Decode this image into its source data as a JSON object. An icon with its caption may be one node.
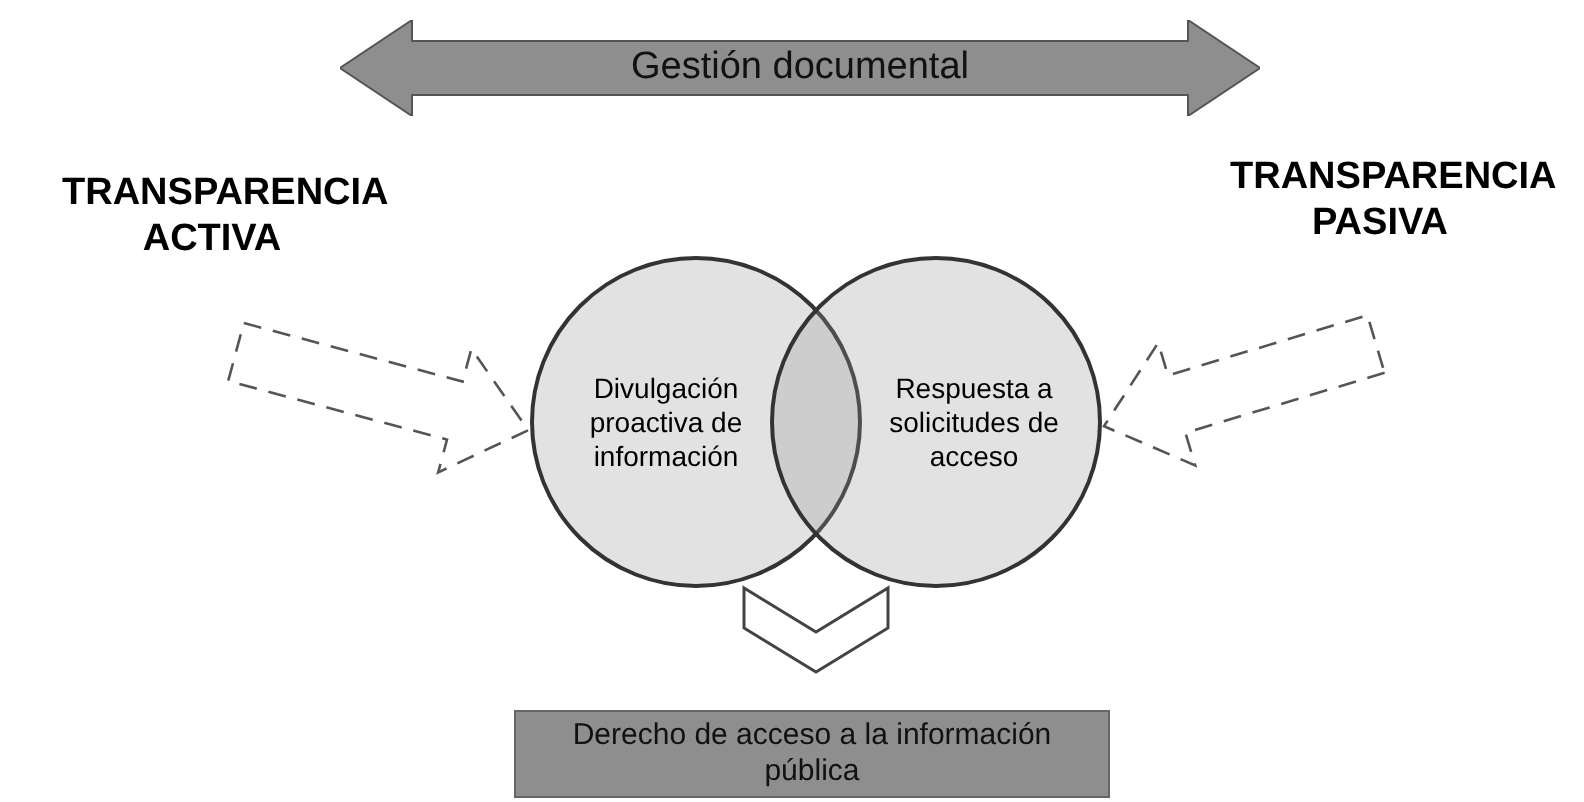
{
  "diagram": {
    "nodes": [
      {
        "text": [
          "TRANSPARENCIA ACTIVA"
        ]
      },
      {
        "text": [
          "TRANSPARENCIA PASIVA"
        ]
      },
      {
        "text": [
          "Divulgación proactiva de información"
        ]
      },
      {
        "text": [
          "Respuesta a solicitudes de acceso"
        ]
      },
      {
        "text": [
          "Derecho de acceso a la información pública"
        ]
      },
      {
        "text": [
          "Gestión documental"
        ]
      }
    ],
    "edges": [
      {
        "from": 0,
        "to": 2,
        "arrow": "to",
        "style": "dashed"
      },
      {
        "from": 1,
        "to": 3,
        "arrow": "to",
        "style": "dashed"
      },
      {
        "from": 2,
        "to": 4,
        "arrow": "to"
      },
      {
        "from": 3,
        "to": 4,
        "arrow": "to"
      }
    ]
  }
}
